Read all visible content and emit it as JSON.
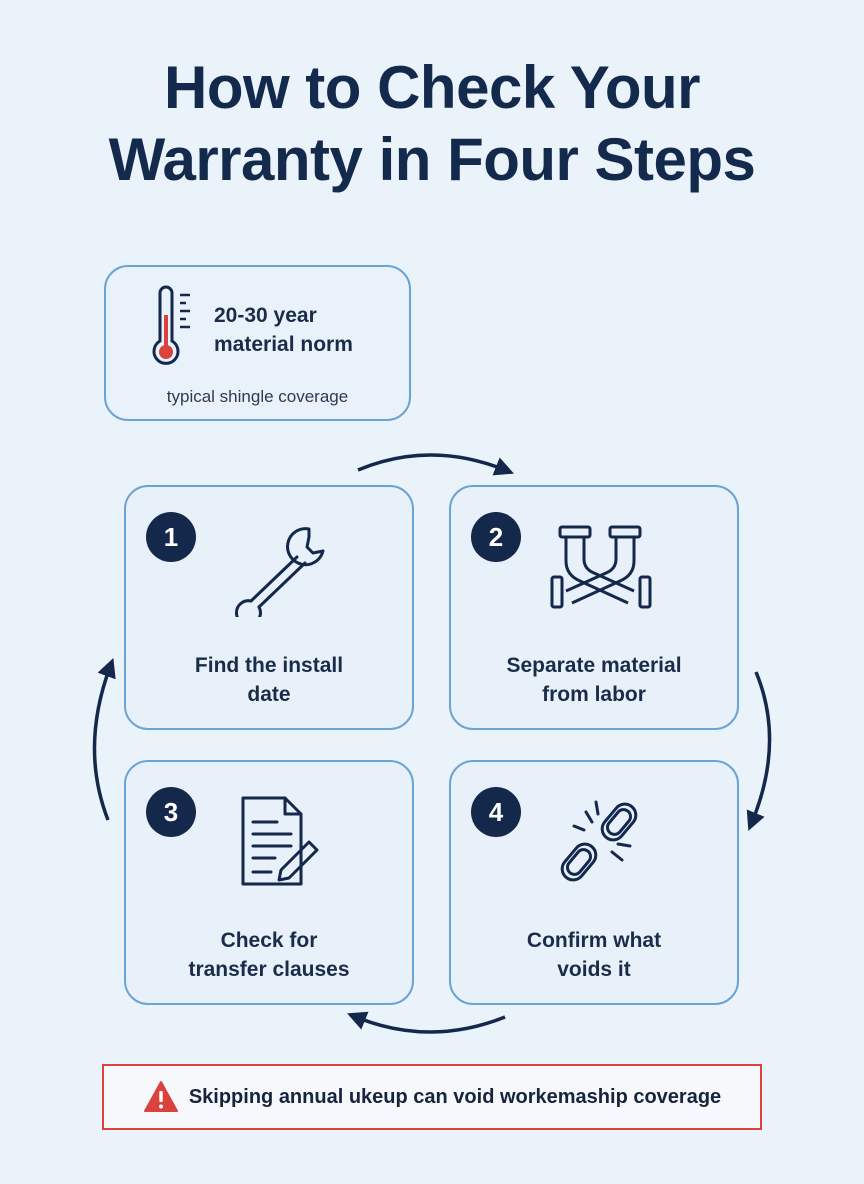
{
  "title": {
    "line1": "How to Check Your",
    "line2": "Warranty in Four Steps"
  },
  "stat": {
    "icon": "thermometer-icon",
    "value_line1": "20-30 year",
    "value_line2": "material norm",
    "caption": "typical shingle coverage"
  },
  "steps": [
    {
      "number": "1",
      "icon": "wrench-icon",
      "line1": "Find the install",
      "line2": "date"
    },
    {
      "number": "2",
      "icon": "pipes-icon",
      "line1": "Separate material",
      "line2": "from labor"
    },
    {
      "number": "3",
      "icon": "document-edit-icon",
      "line1": "Check for",
      "line2": "transfer clauses"
    },
    {
      "number": "4",
      "icon": "broken-link-icon",
      "line1": "Confirm what",
      "line2": "voids it"
    }
  ],
  "warning": {
    "icon": "warning-icon",
    "text": "Skipping annual ukeup can void workemaship coverage"
  },
  "colors": {
    "navy": "#13284a",
    "card_border": "#6ba3d2",
    "background": "#eaf2fa",
    "warning_red": "#d9423d",
    "thermometer_red": "#d9423d"
  }
}
